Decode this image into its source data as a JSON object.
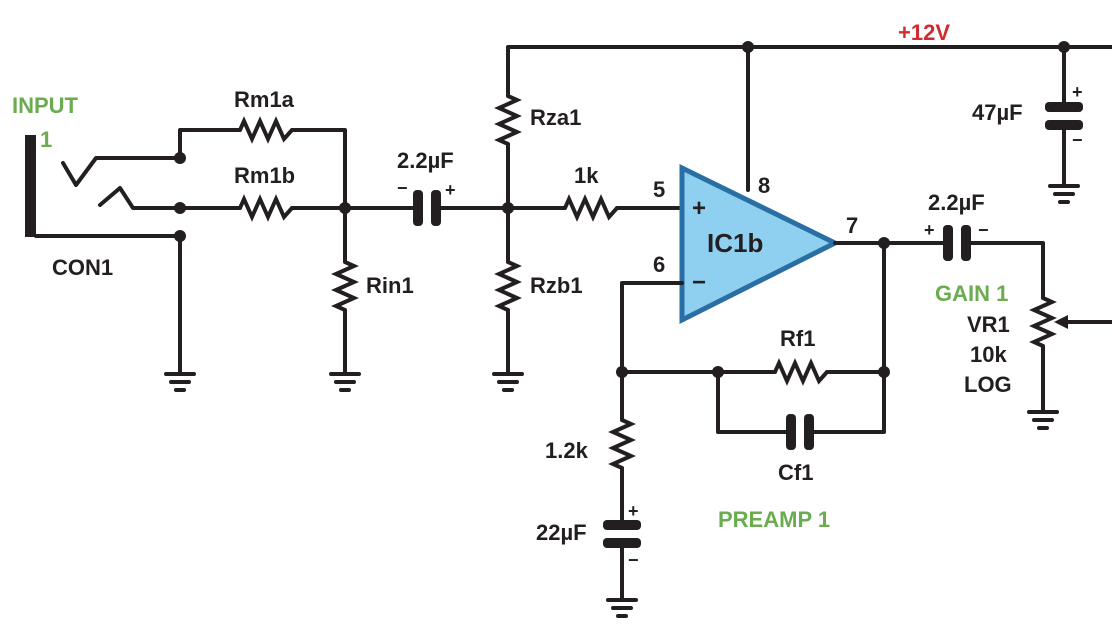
{
  "labels": {
    "input": "INPUT",
    "input_num": "1",
    "con": "CON1",
    "rm1a": "Rm1a",
    "rm1b": "Rm1b",
    "rin": "Rin1",
    "c_in": "2.2µF",
    "rza": "Rza1",
    "rzb": "Rzb1",
    "r_1k": "1k",
    "ic": "IC1b",
    "pin5": "5",
    "pin6": "6",
    "pin7": "7",
    "pin8": "8",
    "opamp_plus": "+",
    "opamp_minus": "−",
    "supply": "+12V",
    "c_supply": "47µF",
    "c_out": "2.2µF",
    "gain": "GAIN 1",
    "vr_name": "VR1",
    "vr_value": "10k",
    "vr_taper": "LOG",
    "rf": "Rf1",
    "cf": "Cf1",
    "r_12k": "1.2k",
    "c_22": "22µF",
    "preamp": "PREAMP 1"
  },
  "polarity": {
    "plus": "+",
    "minus": "−"
  },
  "colors": {
    "wire": "#231f20",
    "label_green": "#6aac4f",
    "label_red": "#d02b2f",
    "opamp_fill": "#8fcff0",
    "opamp_stroke": "#2a6fa3"
  }
}
